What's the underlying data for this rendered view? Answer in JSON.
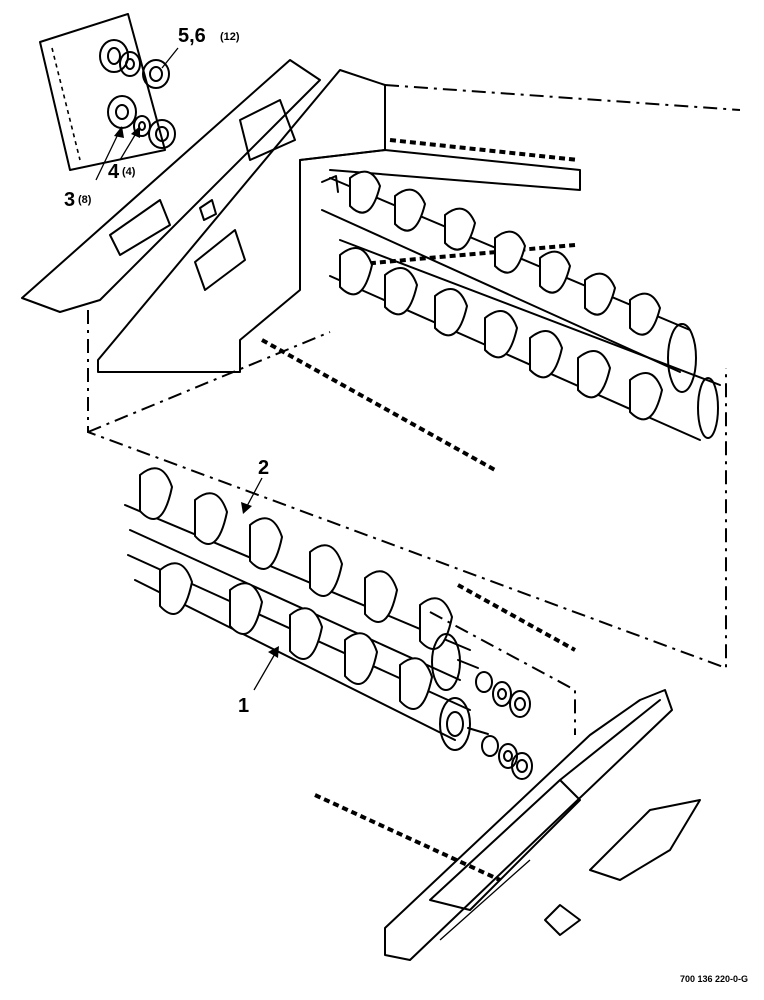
{
  "callouts": [
    {
      "id": "c56",
      "number": "5,6",
      "qty": "(12)"
    },
    {
      "id": "c4",
      "number": "4",
      "qty": "(4)"
    },
    {
      "id": "c3",
      "number": "3",
      "qty": "(8)"
    },
    {
      "id": "c2",
      "number": "2",
      "qty": ""
    },
    {
      "id": "c1",
      "number": "1",
      "qty": ""
    }
  ],
  "figure_code": "700 136 220-0-G"
}
